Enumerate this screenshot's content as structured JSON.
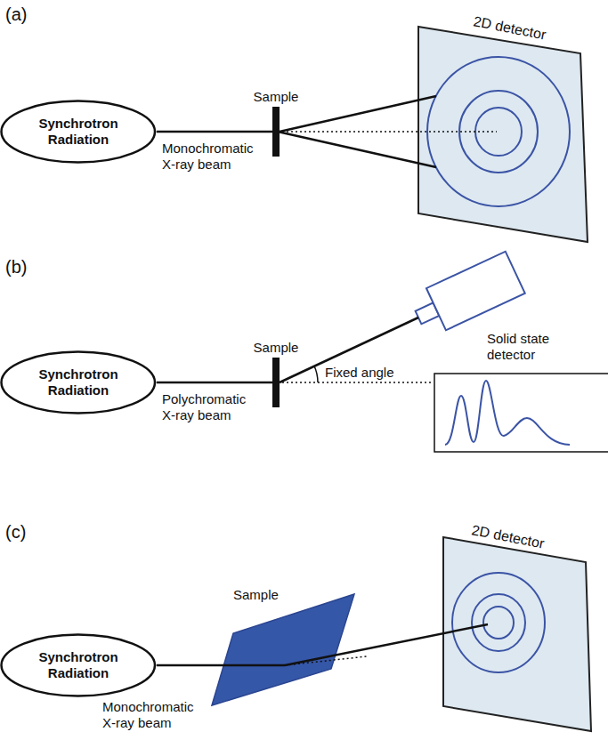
{
  "diagram": {
    "nodes": [
      {
        "text": [
          "Synchrotron Radiation"
        ]
      },
      {
        "text": [
          "Sample"
        ]
      },
      {
        "text": [
          "2D detector"
        ]
      },
      {
        "text": [
          "Synchrotron Radiation"
        ]
      },
      {
        "text": [
          "Sample"
        ]
      },
      {
        "text": [
          "Solid state detector"
        ]
      },
      {
        "text": [
          "Synchrotron Radiation"
        ]
      },
      {
        "text": [
          "Sample"
        ]
      },
      {
        "text": [
          "2D detector"
        ]
      }
    ],
    "edges": [
      {
        "from": 0,
        "to": 1,
        "arrow": "none",
        "label": "Monochromatic X-ray beam"
      },
      {
        "from": 1,
        "to": 2,
        "arrow": "none"
      },
      {
        "from": 3,
        "to": 4,
        "arrow": "none",
        "label": "Polychromatic X-ray beam"
      },
      {
        "from": 4,
        "to": 5,
        "arrow": "none"
      },
      {
        "from": 6,
        "to": 7,
        "arrow": "none",
        "label": "Monochromatic X-ray beam"
      },
      {
        "from": 7,
        "to": 8,
        "arrow": "none"
      }
    ],
    "labels": [
      "(a)",
      "(b)",
      "(c)",
      "Fixed angle"
    ]
  }
}
